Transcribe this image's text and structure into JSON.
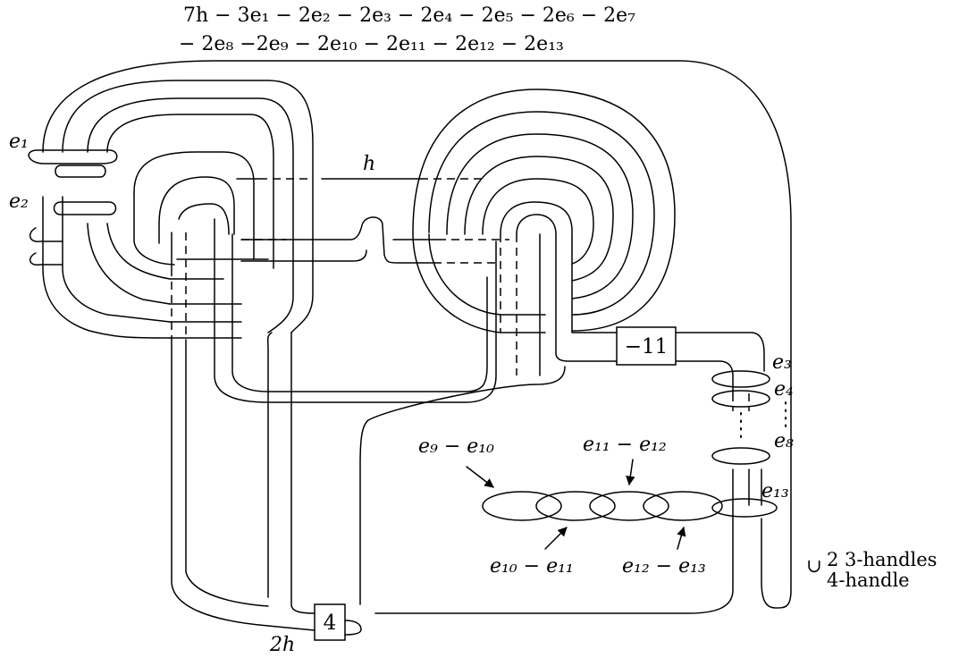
{
  "framing": {
    "line1": "7h − 3e₁ − 2e₂ − 2e₃ − 2e₄ − 2e₅ − 2e₆ − 2e₇",
    "line2": "− 2e₈ −2e₉ − 2e₁₀ − 2e₁₁ − 2e₁₂ − 2e₁₃"
  },
  "labels": {
    "e1": "e₁",
    "e2": "e₂",
    "h": "h",
    "e3": "e₃",
    "e4": "e₄",
    "e8": "e₈",
    "e13": "e₁₃",
    "e9_e10": "e₉ − e₁₀",
    "e11_e12": "e₁₁ − e₁₂",
    "e10_e11": "e₁₀ − e₁₁",
    "e12_e13": "e₁₂ − e₁₃",
    "two_h": "2h"
  },
  "boxes": {
    "twist_minus": "−11",
    "twist_plus": "4"
  },
  "handles": {
    "union": "∪",
    "three_handles": "2 3-handles",
    "four_handle": "4-handle"
  }
}
